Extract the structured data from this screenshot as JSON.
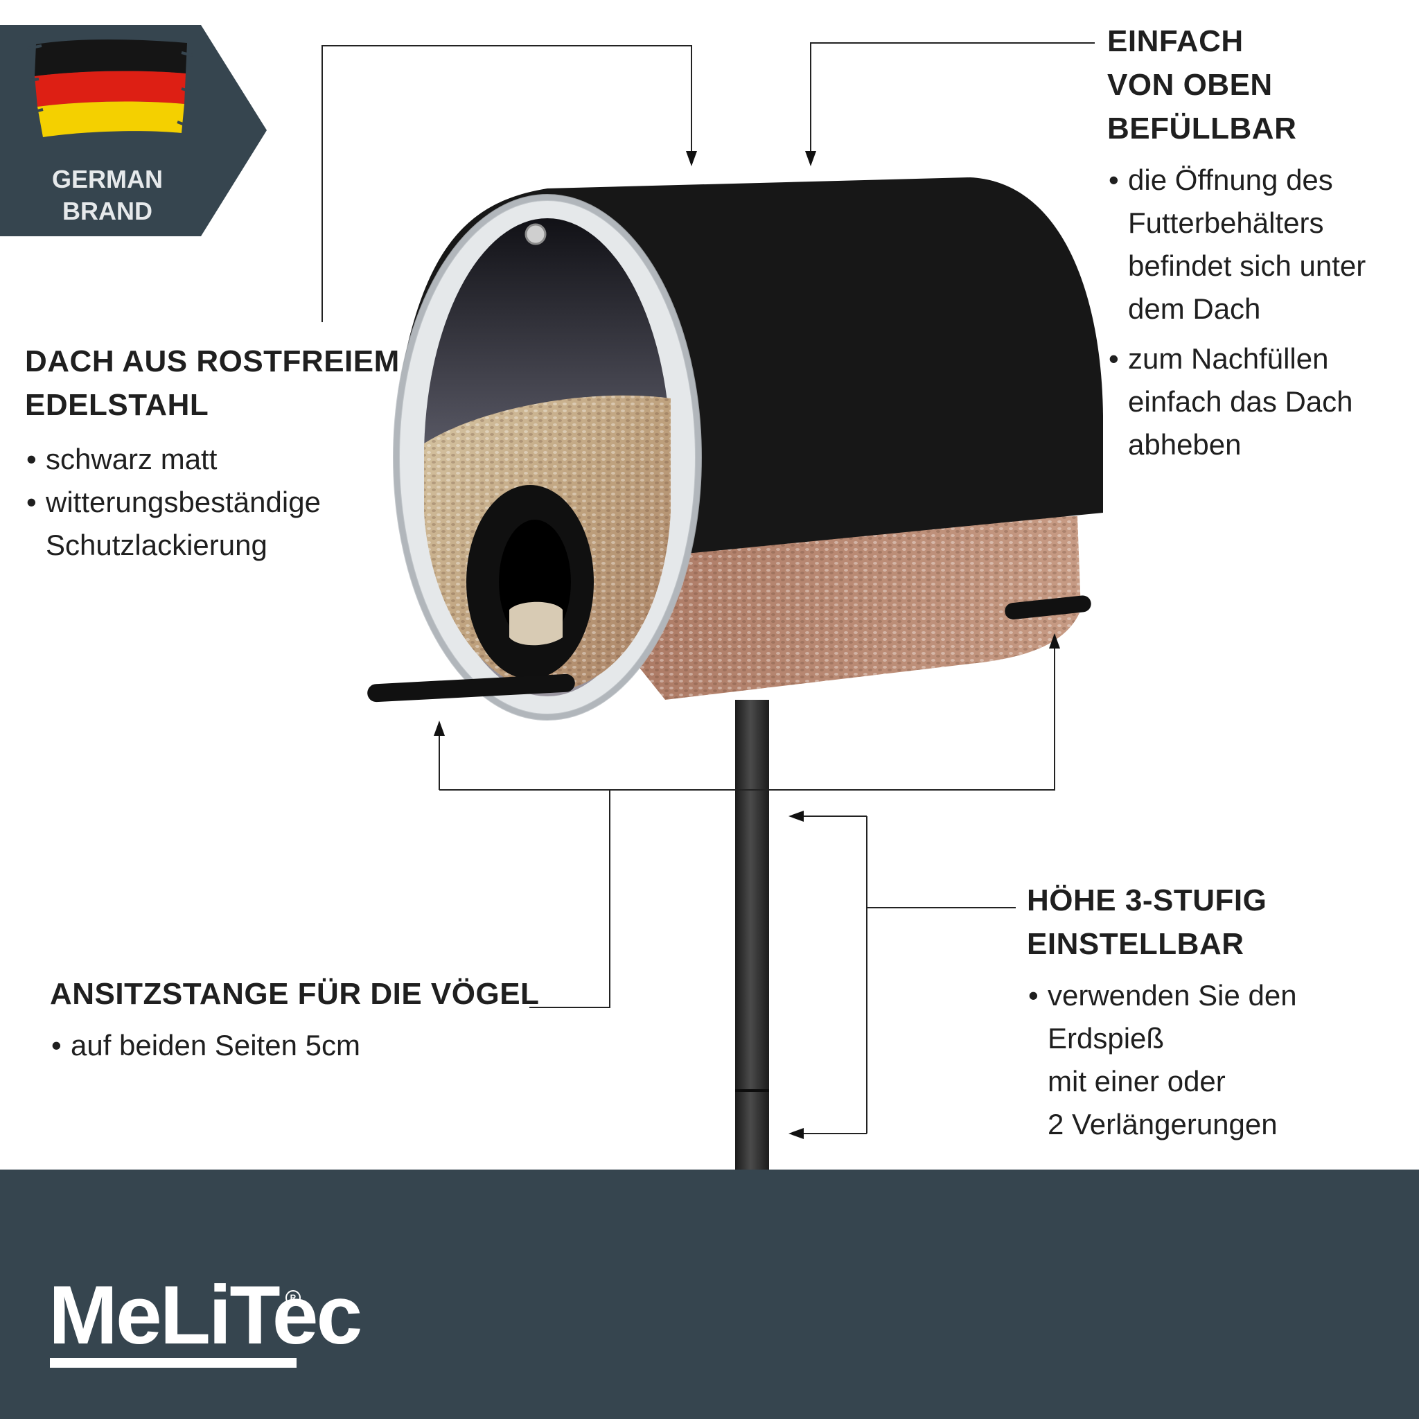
{
  "badge": {
    "line1": "GERMAN",
    "line2": "BRAND",
    "flag_colors": [
      "#151515",
      "#dd1f14",
      "#f4d000"
    ],
    "background": "#36454f"
  },
  "roof": {
    "heading1": "DACH AUS ROSTFREIEM",
    "heading2": "EDELSTAHL",
    "bullets": [
      {
        "lines": [
          "schwarz matt"
        ]
      },
      {
        "lines": [
          "witterungsbeständige",
          "Schutzlackierung"
        ]
      }
    ]
  },
  "fill": {
    "heading1": "EINFACH",
    "heading2": "VON OBEN",
    "heading3": "BEFÜLLBAR",
    "bullets": [
      {
        "lines": [
          "die Öffnung des",
          "Futterbehälters",
          "befindet sich unter",
          "dem Dach"
        ]
      },
      {
        "lines": [
          "zum Nachfüllen",
          "einfach das Dach",
          "abheben"
        ]
      }
    ]
  },
  "perch": {
    "heading": "ANSITZSTANGE FÜR DIE VÖGEL",
    "bullets": [
      {
        "lines": [
          "auf beiden Seiten 5cm"
        ]
      }
    ]
  },
  "height": {
    "heading1": "HÖHE 3-STUFIG",
    "heading2": "EINSTELLBAR",
    "bullets": [
      {
        "lines": [
          "verwenden Sie den",
          "Erdspieß",
          "mit einer oder",
          "2 Verlängerungen"
        ]
      }
    ]
  },
  "footer": {
    "logo": "MeLiTec",
    "registered": "R",
    "background": "#36454f"
  }
}
